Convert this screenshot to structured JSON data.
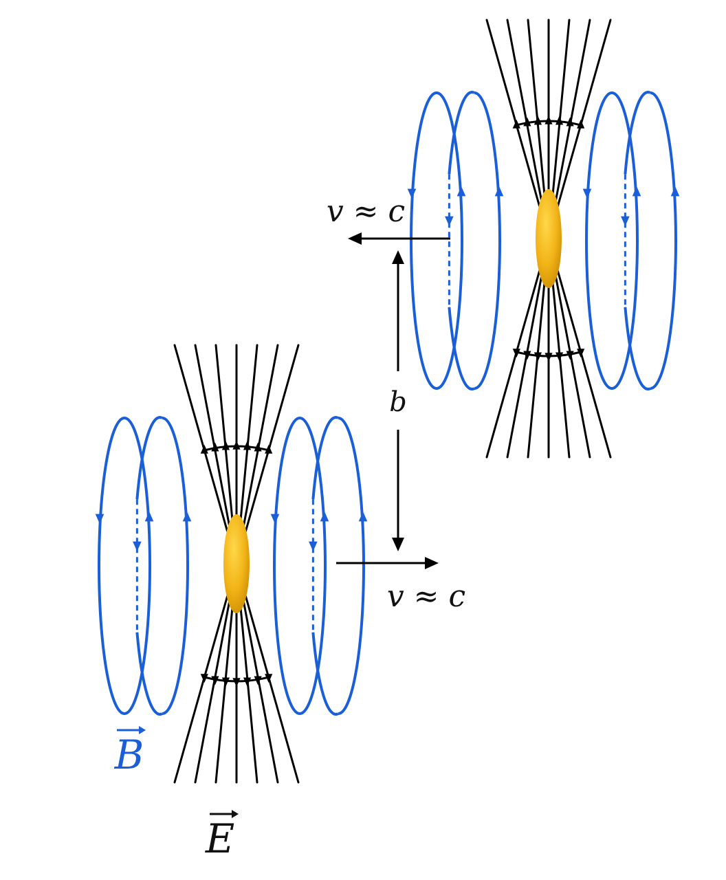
{
  "diagram": {
    "velocity_label_top": "v ≈ c",
    "velocity_label_bottom": "v ≈ c",
    "impact_parameter_label": "b",
    "magnetic_field_label": "B",
    "electric_field_label": "E"
  },
  "colors": {
    "magnetic_field": "#1a5fd8",
    "electric_field": "#000000",
    "nucleus_light": "#ffd84a",
    "nucleus_mid": "#f2b418",
    "nucleus_dark": "#c98a00",
    "background": "#ffffff"
  },
  "icons": {
    "nucleus": "gold-ellipsoid",
    "field_arrow": "triangle-arrowhead"
  }
}
